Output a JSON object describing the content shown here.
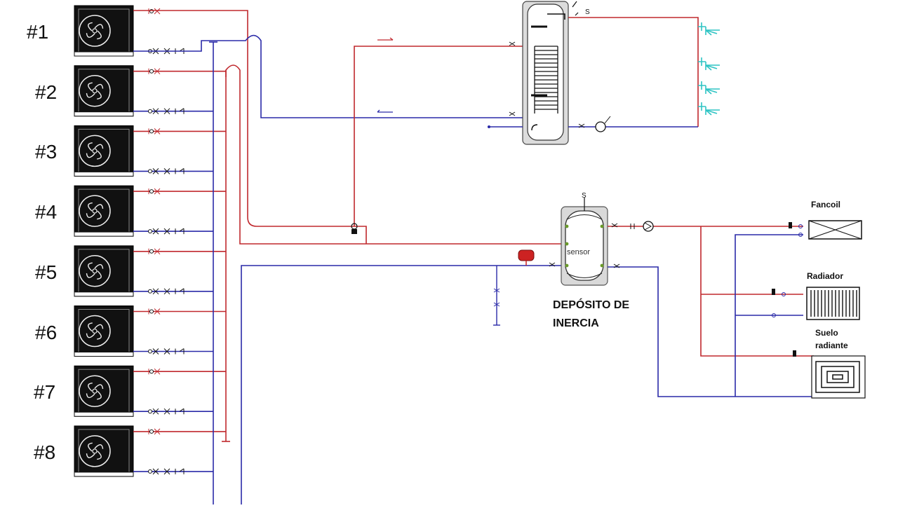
{
  "units": [
    {
      "label": "#1"
    },
    {
      "label": "#2"
    },
    {
      "label": "#3"
    },
    {
      "label": "#4"
    },
    {
      "label": "#5"
    },
    {
      "label": "#6"
    },
    {
      "label": "#7"
    },
    {
      "label": "#8"
    }
  ],
  "inertia_tank": {
    "label_line1": "DEPÓSITO DE",
    "label_line2": "INERCIA",
    "sensor_label": "sensor"
  },
  "emitters": {
    "fancoil": "Fancoil",
    "radiador": "Radiador",
    "suelo_line1": "Suelo",
    "suelo_line2": "radiante"
  },
  "colors": {
    "supply": "#c0282d",
    "return": "#2a2aa8",
    "outlet": "#2fc4c4",
    "unit_body": "#111111",
    "tank_fill": "#d9d9d9",
    "expansion": "#cc2222"
  }
}
